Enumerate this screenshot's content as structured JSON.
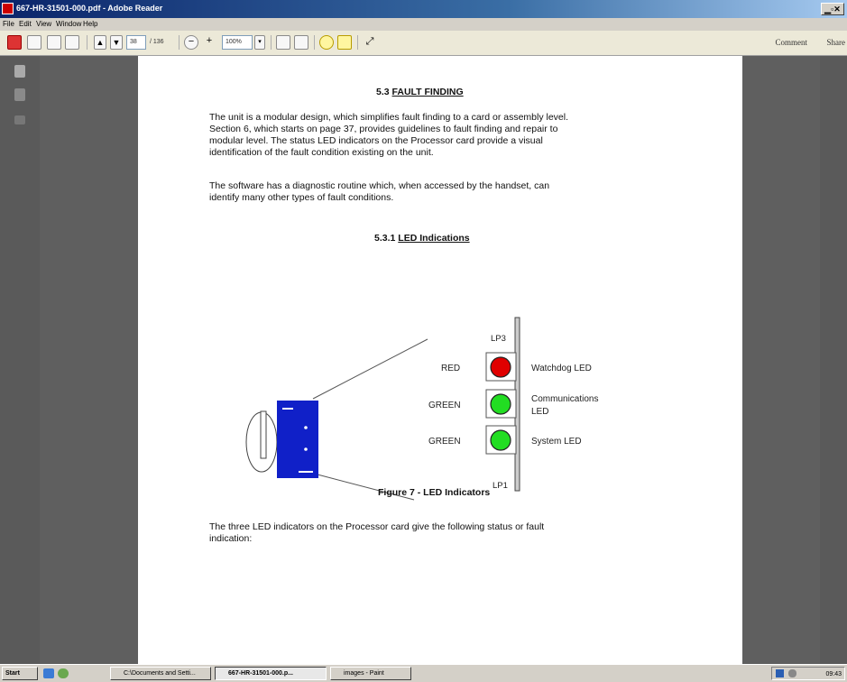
{
  "window": {
    "title": "667-HR-31501-000.pdf - Adobe Reader"
  },
  "menu": {
    "items": [
      "File",
      "Edit",
      "View",
      "Window",
      "Help"
    ]
  },
  "toolbar": {
    "page_number": "38",
    "page_total": "/ 136",
    "zoom": "100%",
    "comment_label": "Comment",
    "share_label": "Share"
  },
  "document": {
    "section_number": "5.3",
    "section_title": "FAULT FINDING",
    "para1": [
      "The unit is a modular design, which simplifies fault finding to a card or assembly level.",
      "Section 6, which starts on page 37, provides guidelines to fault finding and repair to",
      "modular level. The status LED indicators on the Processor card provide a visual",
      "identification of the fault condition existing on the unit."
    ],
    "para2": [
      "The software has a diagnostic routine which, when accessed by the handset, can",
      "identify many other types of fault conditions."
    ],
    "subsection_number": "5.3.1",
    "subsection_title": "LED Indications",
    "figure": {
      "connector_top": "LP3",
      "connector_bottom": "LP1",
      "leds": [
        {
          "color_label": "RED",
          "function_lines": [
            "Watchdog LED"
          ],
          "fill": "#e00000"
        },
        {
          "color_label": "GREEN",
          "function_lines": [
            "Communications",
            "LED"
          ],
          "fill": "#22dd22"
        },
        {
          "color_label": "GREEN",
          "function_lines": [
            "System LED"
          ],
          "fill": "#22dd22"
        }
      ],
      "card_color": "#1020c8",
      "caption": "Figure 7 - LED Indicators"
    },
    "para3": [
      "The three LED indicators on the Processor card give the following status or fault",
      "indication:"
    ]
  },
  "taskbar": {
    "start_label": "Start",
    "tasks": [
      "C:\\Documents and Setti...",
      "667-HR-31501-000.p...",
      "images - Paint"
    ],
    "clock": "09:43"
  }
}
